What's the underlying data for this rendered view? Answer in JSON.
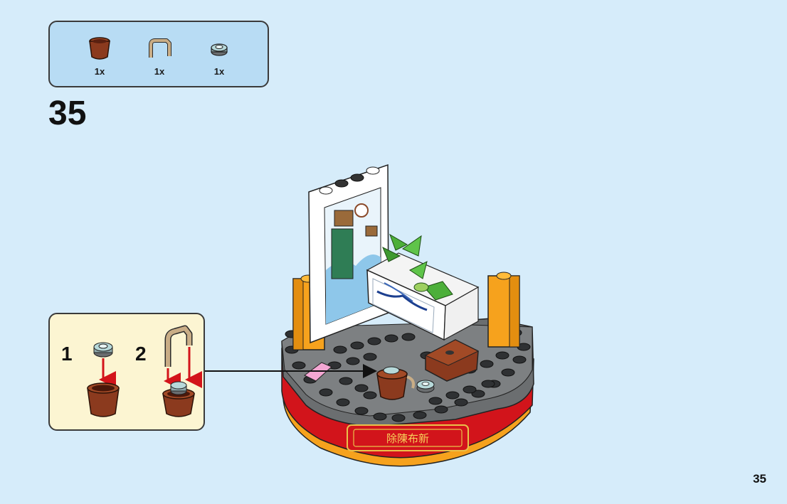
{
  "parts_list": {
    "items": [
      {
        "name": "brown-pot-icon",
        "qty": "1x"
      },
      {
        "name": "tan-handle-icon",
        "qty": "1x"
      },
      {
        "name": "round-plate-icon",
        "qty": "1x"
      }
    ]
  },
  "step": {
    "number": "35"
  },
  "callout": {
    "substeps": [
      "1",
      "2"
    ]
  },
  "banner_text": "除陳布新",
  "page_number": "35",
  "colors": {
    "background": "#d6ecfa",
    "parts_box": "#b8dcf4",
    "callout_box": "#fcf5d2",
    "arrow_red": "#d3141a",
    "pot_brown": "#8b3a1e",
    "base_red": "#d2141b",
    "pillar_orange": "#f6a21d",
    "plate_gray": "#6b6e70"
  }
}
